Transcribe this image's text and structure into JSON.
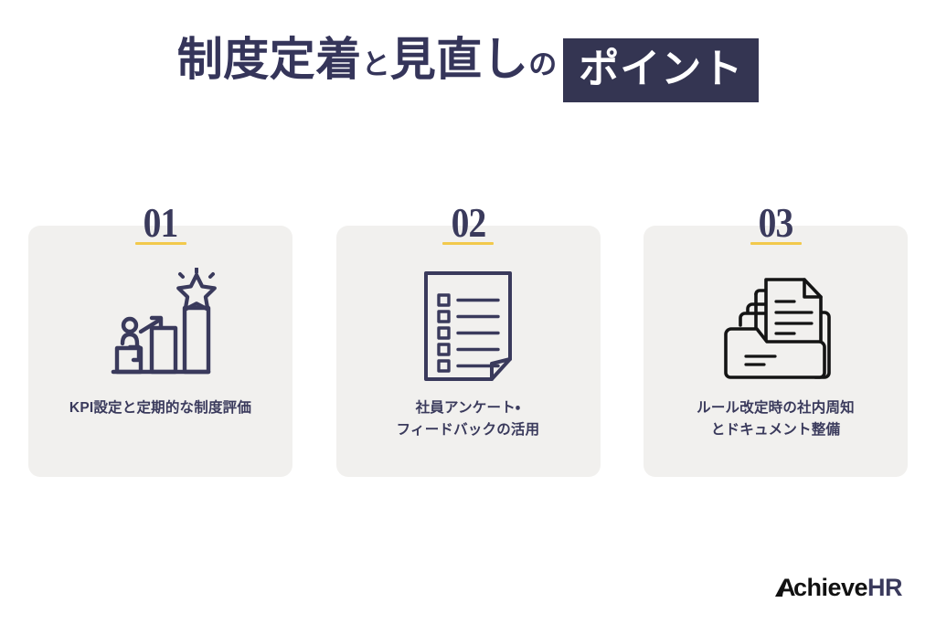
{
  "slide": {
    "background_color": "#ffffff",
    "accent_navy": "#3a3a5c",
    "accent_yellow": "#f2c94c",
    "card_background": "#f1f0ee"
  },
  "title": {
    "segment_1": "制度定着",
    "segment_2": "と",
    "segment_3": "見直し",
    "segment_4": "の",
    "badge": "ポイント",
    "badge_background": "#343552",
    "badge_text_color": "#ffffff"
  },
  "cards": [
    {
      "number": "01",
      "icon_name": "bar-chart-growth-star-icon",
      "caption_lines": [
        "KPI設定と定期的な制度評価"
      ]
    },
    {
      "number": "02",
      "icon_name": "checklist-survey-document-icon",
      "caption_lines": [
        "社員アンケート・",
        "フィードバックの活用"
      ]
    },
    {
      "number": "03",
      "icon_name": "document-folder-icon",
      "caption_lines": [
        "ルール改定時の社内周知",
        "とドキュメント整備"
      ]
    }
  ],
  "logo": {
    "mark": "A",
    "name_dark": "chieve",
    "name_accent": "HR",
    "dark_color": "#111111",
    "accent_color": "#3a3a5c"
  }
}
